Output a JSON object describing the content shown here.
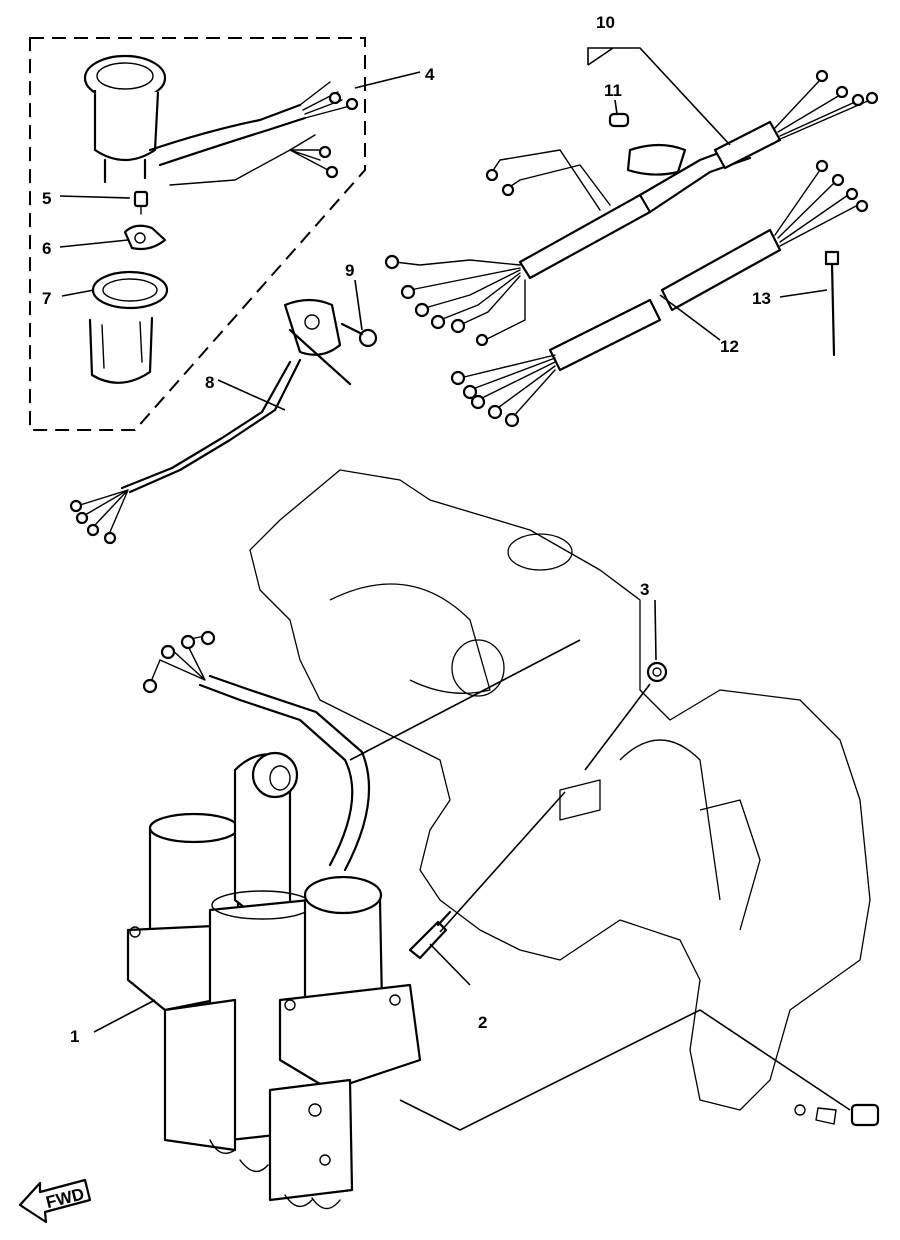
{
  "callouts": [
    "1",
    "2",
    "3",
    "4",
    "5",
    "6",
    "7",
    "8",
    "9",
    "10",
    "11",
    "12",
    "13"
  ],
  "fwd_label": "FWD"
}
